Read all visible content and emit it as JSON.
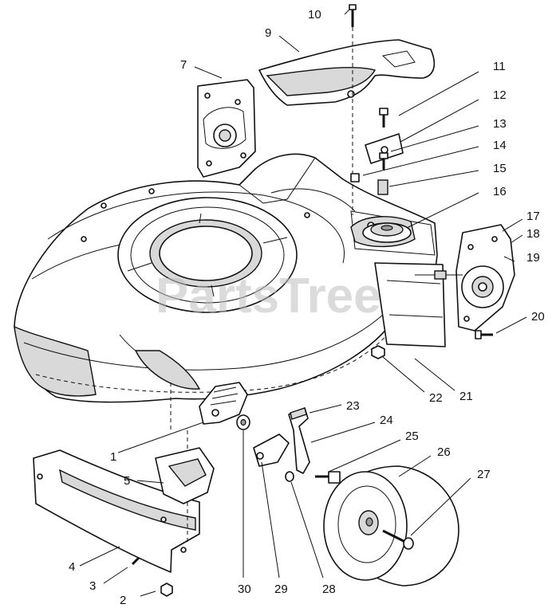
{
  "watermark": "PartsTree",
  "callouts": [
    "1",
    "2",
    "3",
    "4",
    "5",
    "7",
    "9",
    "10",
    "11",
    "12",
    "13",
    "14",
    "15",
    "16",
    "17",
    "18",
    "19",
    "20",
    "21",
    "22",
    "23",
    "24",
    "25",
    "26",
    "27",
    "28",
    "29",
    "30"
  ]
}
